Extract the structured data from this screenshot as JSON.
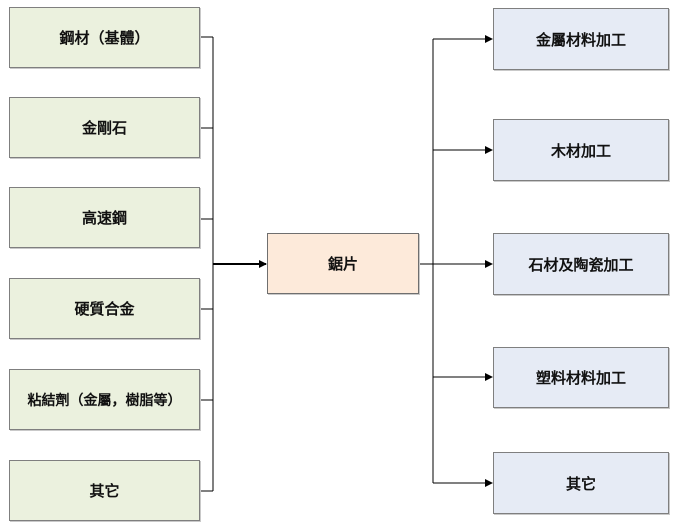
{
  "materials": [
    "鋼材（基體）",
    "金剛石",
    "高速鋼",
    "硬質合金",
    "粘結劑（金屬，樹脂等）",
    "其它"
  ],
  "center": "鋸片",
  "applications": [
    "金屬材料加工",
    "木材加工",
    "石材及陶瓷加工",
    "塑料材料加工",
    "其它"
  ]
}
